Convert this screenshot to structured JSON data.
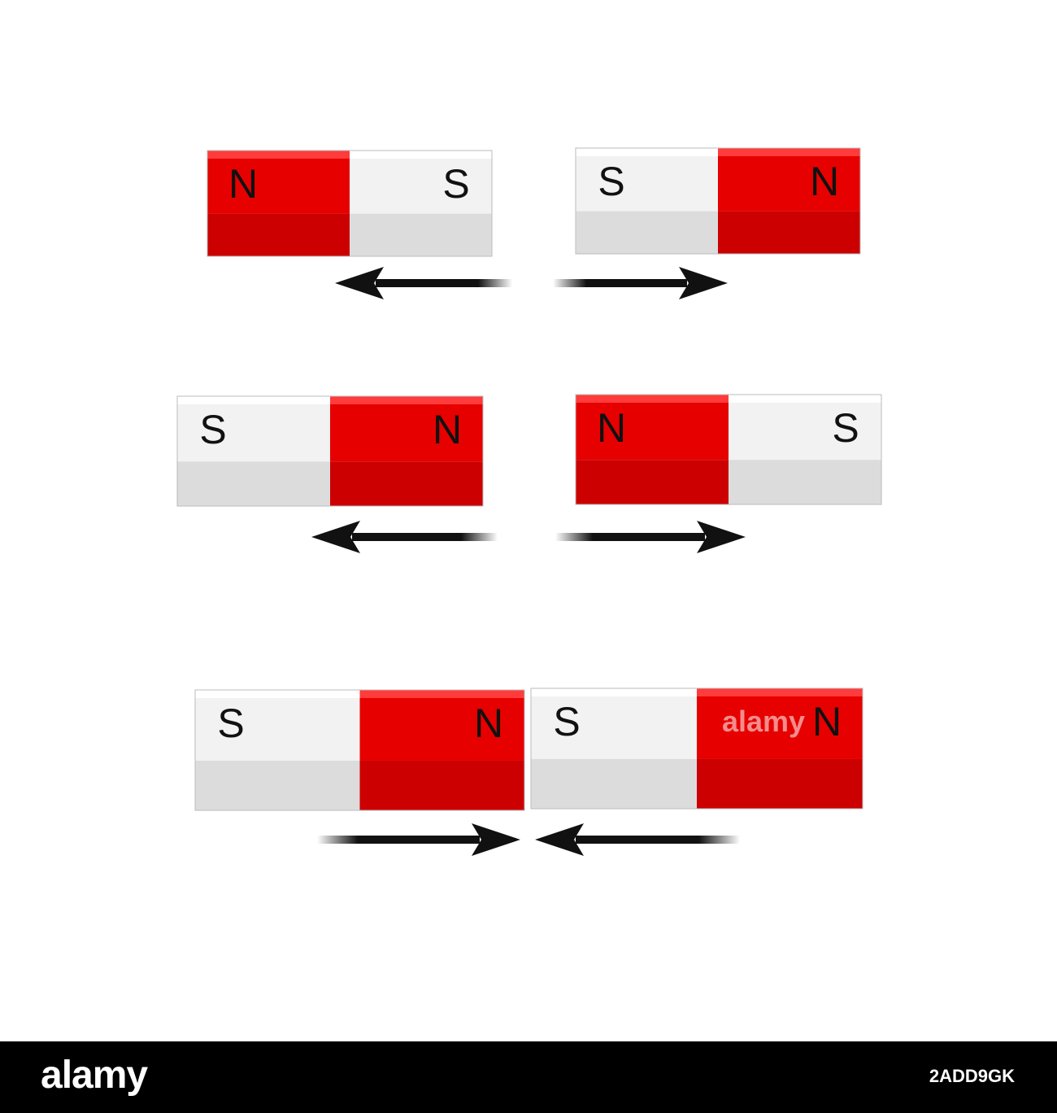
{
  "colors": {
    "north": "#e60000",
    "north_top": "#ff3b3b",
    "north_side": "#cc0000",
    "south": "#f2f2f2",
    "south_top": "#ffffff",
    "south_side": "#dcdcdc",
    "arrow": "#111111",
    "footer_bg": "#000000",
    "footer_text": "#ffffff"
  },
  "rows": [
    {
      "magnets": [
        {
          "left_pole": "N",
          "right_pole": "S"
        },
        {
          "left_pole": "S",
          "right_pole": "N"
        }
      ],
      "arrows": [
        "left",
        "right"
      ]
    },
    {
      "magnets": [
        {
          "left_pole": "S",
          "right_pole": "N"
        },
        {
          "left_pole": "N",
          "right_pole": "S"
        }
      ],
      "arrows": [
        "left",
        "right"
      ]
    },
    {
      "magnets": [
        {
          "left_pole": "S",
          "right_pole": "N"
        },
        {
          "left_pole": "S",
          "right_pole": "N"
        }
      ],
      "arrows": [
        "right",
        "left"
      ]
    }
  ],
  "watermark": "alamy",
  "footer": {
    "brand": "alamy",
    "image_id": "2ADD9GK"
  }
}
